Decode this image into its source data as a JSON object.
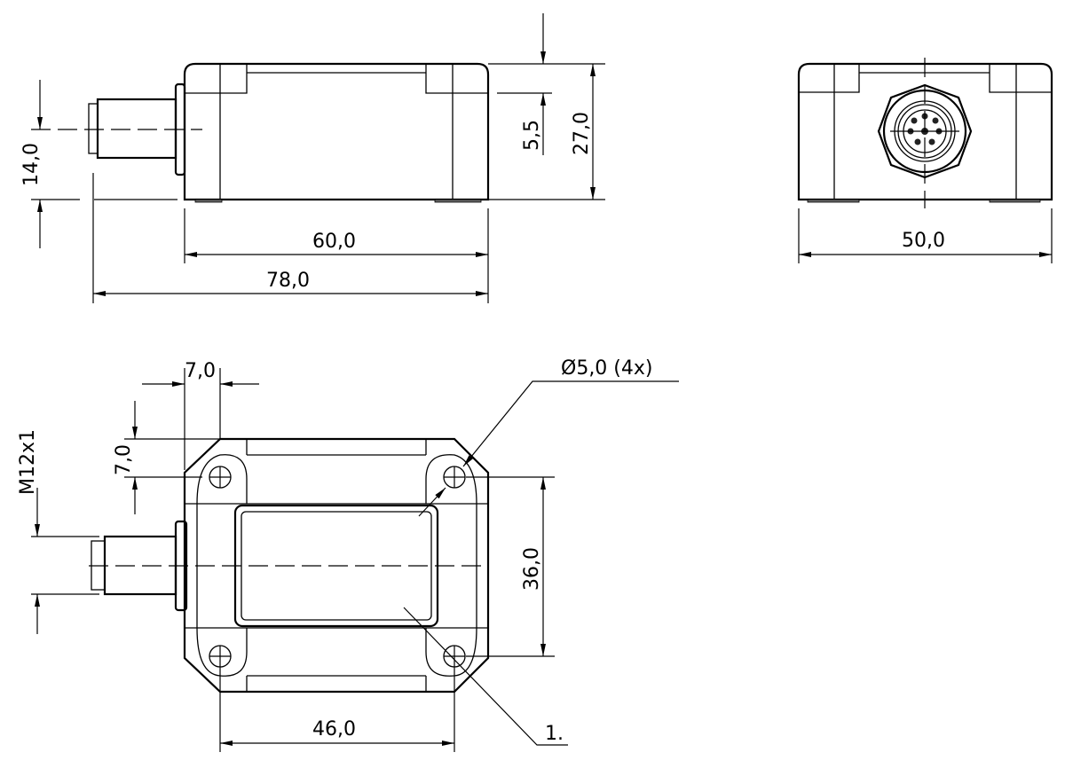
{
  "drawing": {
    "side_view": {
      "dim_connector_height": "14,0",
      "dim_tab_height": "5,5",
      "dim_total_height": "27,0",
      "dim_body_length": "60,0",
      "dim_total_length": "78,0"
    },
    "front_view": {
      "dim_width": "50,0"
    },
    "top_view": {
      "dim_hole_offset_x": "7,0",
      "dim_hole_offset_y": "7,0",
      "thread_label": "M12x1",
      "hole_label": "Ø5,0 (4x)",
      "dim_hole_spacing_y": "36,0",
      "dim_hole_spacing_x": "46,0",
      "callout": "1."
    }
  }
}
